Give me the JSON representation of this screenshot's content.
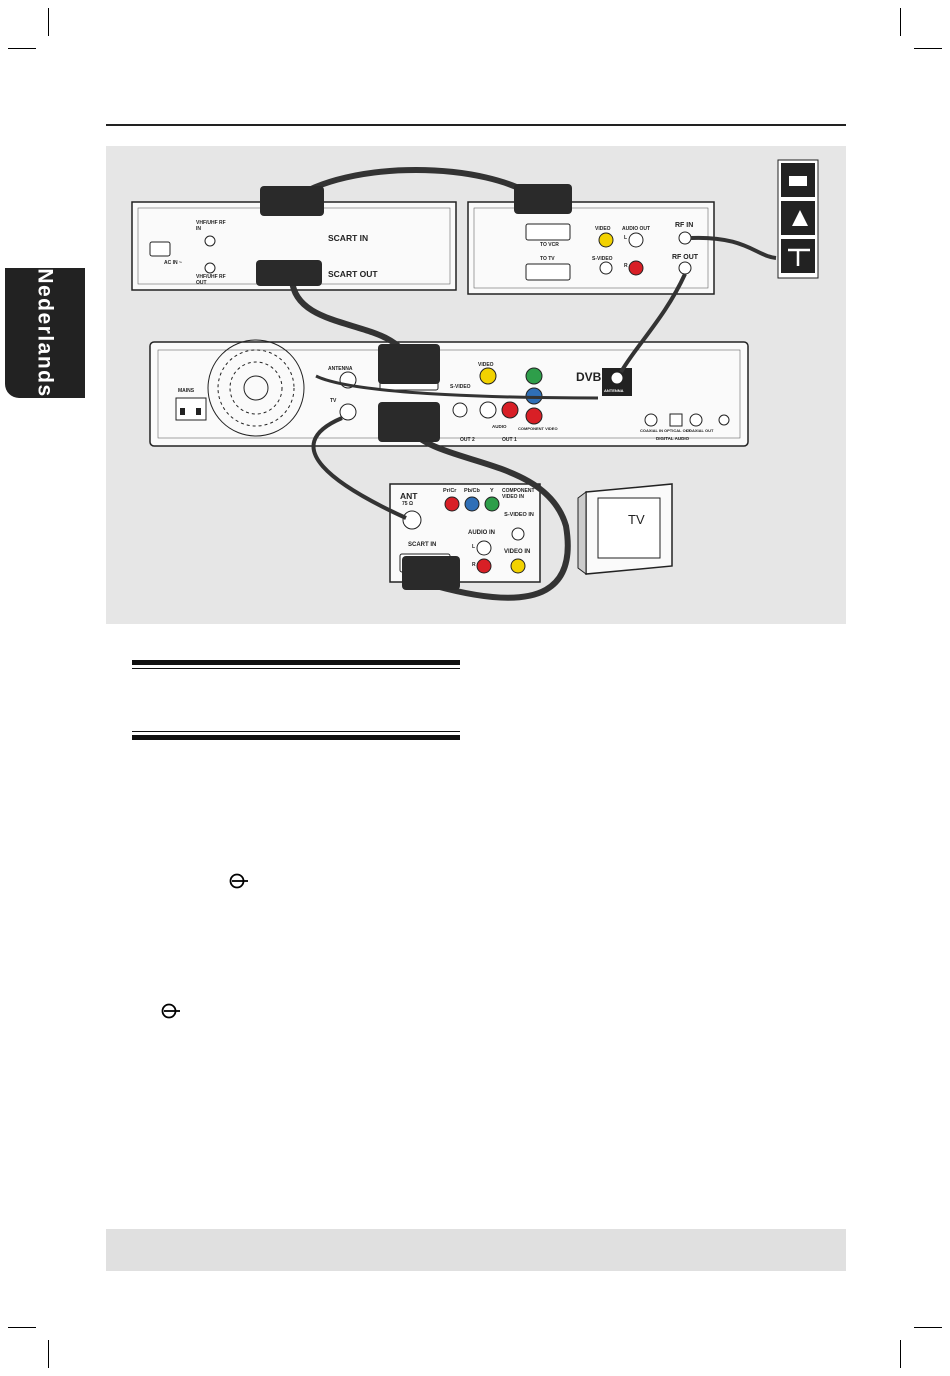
{
  "sidebar": {
    "language_tab": "Nederlands"
  },
  "diagram": {
    "vcr": {
      "scart_in": "SCART IN",
      "scart_out": "SCART OUT",
      "ac_in": "AC IN ~",
      "vhf_uhf_rf_in": "VHF/UHF RF IN",
      "vhf_uhf_rf_out": "VHF/UHF RF OUT"
    },
    "receiver": {
      "to_vcr": "TO VCR",
      "to_tv": "TO TV",
      "video": "VIDEO",
      "audio_out": "AUDIO OUT",
      "s_video": "S-VIDEO",
      "l": "L",
      "r": "R",
      "rf_in": "RF IN",
      "rf_out": "RF OUT"
    },
    "recorder": {
      "mains": "MAINS",
      "antenna": "ANTENNA",
      "tv": "TV",
      "s_video": "S-VIDEO",
      "video": "VIDEO",
      "audio": "AUDIO",
      "component_video": "COMPONENT VIDEO",
      "out_2": "OUT 2",
      "out_1": "OUT 1",
      "coaxial_in": "COAXIAL IN",
      "optical_out": "OPTICAL OUT",
      "coaxial_out": "COAXIAL OUT",
      "digital_audio": "DIGITAL AUDIO",
      "dvb": "DVB"
    },
    "tv_panel": {
      "ant": "ANT",
      "ohm": "75 Ω",
      "pr_cr": "Pr/Cr",
      "pb_cb": "Pb/Cb",
      "y": "Y",
      "component_video_in": "COMPONENT VIDEO IN",
      "s_video_in": "S-VIDEO IN",
      "audio_in": "AUDIO IN",
      "video_in": "VIDEO IN",
      "scart_in": "SCART IN",
      "l": "L",
      "r": "R"
    },
    "tv_label": "TV"
  },
  "icons": {
    "antenna_connector": "antenna-connector-icon",
    "source_icons": [
      "cable-box-icon",
      "satellite-dish-icon",
      "roof-antenna-icon"
    ]
  },
  "colors": {
    "yellow": "#f2d200",
    "red": "#d81f26",
    "green": "#2e9e4a",
    "blue": "#2f6fb7",
    "diagram_bg": "#e6e6e6",
    "footer_bg": "#e0e0e0"
  }
}
